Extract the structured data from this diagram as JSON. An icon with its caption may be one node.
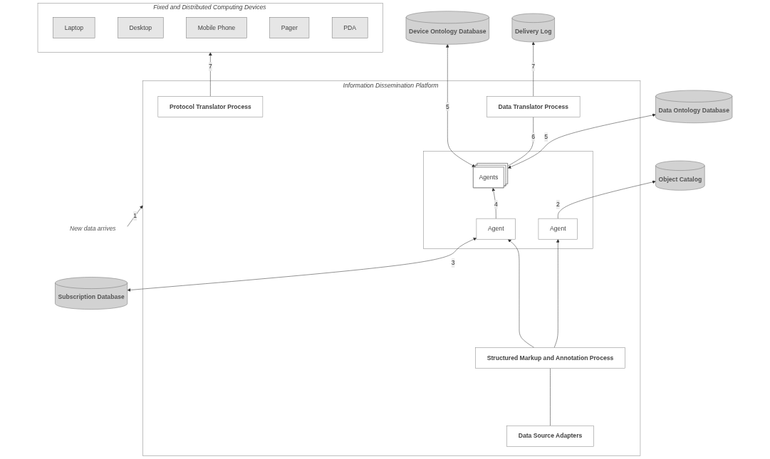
{
  "diagram": {
    "nodes": [
      {
        "text": [
          "Fixed and Distributed Computing Devices"
        ]
      },
      {
        "text": [
          "Laptop"
        ],
        "in": 0
      },
      {
        "text": [
          "Desktop"
        ],
        "in": 0
      },
      {
        "text": [
          "Mobile Phone"
        ],
        "in": 0
      },
      {
        "text": [
          "Pager"
        ],
        "in": 0
      },
      {
        "text": [
          "PDA"
        ],
        "in": 0
      },
      {
        "text": [
          "Information Dissemination Platform"
        ]
      },
      {
        "text": [
          "Protocol Translator Process"
        ],
        "in": 6
      },
      {
        "text": [
          "Data Translator Process"
        ],
        "in": 6
      },
      {
        "text": [],
        "shape": "box",
        "in": 6
      },
      {
        "text": [
          "Agents"
        ],
        "in": 9
      },
      {
        "text": [
          "Agent"
        ],
        "in": 9
      },
      {
        "text": [
          "Agent"
        ],
        "in": 9
      },
      {
        "text": [
          "Structured Markup and Annotation Process"
        ],
        "in": 6
      },
      {
        "text": [
          "Data Source Adapters"
        ],
        "in": 6
      },
      {
        "text": [
          "New data arrives"
        ]
      },
      {
        "text": [
          "Delivery Log"
        ]
      },
      {
        "text": [
          "Subscription Database"
        ]
      },
      {
        "text": [
          "Data Ontology Database"
        ]
      },
      {
        "text": [
          "Device Ontology Database"
        ]
      },
      {
        "text": [
          "Object Catalog"
        ]
      }
    ],
    "edges": [
      {
        "from": 15,
        "to": 6,
        "arrow": "to",
        "label": "1"
      },
      {
        "from": 14,
        "to": 13,
        "arrow": "none"
      },
      {
        "from": 13,
        "to": 11,
        "arrow": "to"
      },
      {
        "from": 13,
        "to": 12,
        "arrow": "to"
      },
      {
        "from": 12,
        "to": 20,
        "arrow": "to",
        "label": "2"
      },
      {
        "from": 17,
        "to": 11,
        "arrow": "both",
        "label": "3"
      },
      {
        "from": 11,
        "to": 10,
        "arrow": "to",
        "label": "4"
      },
      {
        "from": 10,
        "to": 18,
        "arrow": "both",
        "label": "5"
      },
      {
        "from": 10,
        "to": 19,
        "arrow": "both",
        "label": "5"
      },
      {
        "from": 10,
        "to": 8,
        "arrow": "none",
        "label": "6"
      },
      {
        "from": 7,
        "to": 0,
        "arrow": "to",
        "label": "7"
      },
      {
        "from": 8,
        "to": 16,
        "arrow": "to",
        "label": "7"
      }
    ]
  }
}
